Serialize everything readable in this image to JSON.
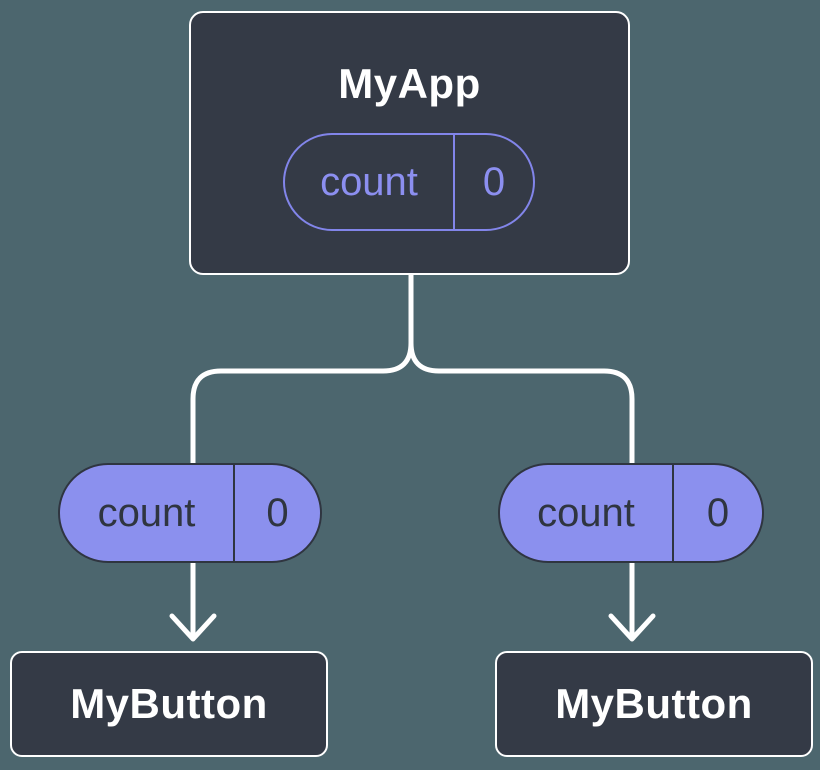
{
  "colors": {
    "canvas_bg": "#4c666e",
    "node_bg": "#343a46",
    "node_border": "#ffffff",
    "node_text": "#ffffff",
    "accent_purple": "#8285ea",
    "accent_purple_text": "#8c8ff0",
    "pill_fill": "#8b90ee",
    "pill_dark": "#2f3540",
    "connector": "#ffffff"
  },
  "diagram": {
    "type": "component-props-tree",
    "root": {
      "title": "MyApp",
      "prop": {
        "name": "count",
        "value": "0"
      }
    },
    "children": [
      {
        "title": "MyButton",
        "prop": {
          "name": "count",
          "value": "0"
        }
      },
      {
        "title": "MyButton",
        "prop": {
          "name": "count",
          "value": "0"
        }
      }
    ]
  }
}
